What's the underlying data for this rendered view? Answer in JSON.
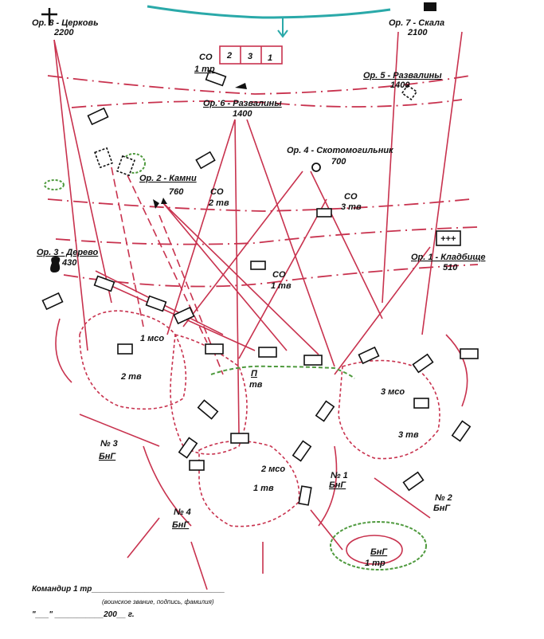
{
  "landmarks": {
    "church": {
      "name": "Ор. 8 - Церковь",
      "dist": "2200"
    },
    "rock": {
      "name": "Ор. 7 - Скала",
      "dist": "2100"
    },
    "ruins5": {
      "name": "Ор. 5 - Развалины",
      "dist": "1400"
    },
    "ruins6": {
      "name": "Ор. 6 - Развалины",
      "dist": "1400"
    },
    "cattle": {
      "name": "Ор. 4 - Скотомогильник",
      "dist": "700"
    },
    "stones": {
      "name": "Ор. 2 - Камни",
      "dist": "760"
    },
    "tree": {
      "name": "Ор. 3 - Дерево",
      "dist": "430"
    },
    "cemetery": {
      "name": "Ор. 1 - Кладбище",
      "dist": "510"
    }
  },
  "units": {
    "so_top": {
      "title": "СО",
      "sub": "1 тр",
      "cells": [
        "2",
        "3",
        "1"
      ]
    },
    "so_2": {
      "title": "СО",
      "sub": "2 тв"
    },
    "so_3": {
      "title": "СО",
      "sub": "3 тв"
    },
    "so_1": {
      "title": "СО",
      "sub": "1 тв"
    },
    "p": {
      "title": "П",
      "sub": "тв"
    },
    "mso1": {
      "title": "1 мсо",
      "sub": "2 тв"
    },
    "mso3": {
      "title": "3 мсо",
      "sub": "3 тв"
    },
    "mso2": {
      "title": "2 мсо",
      "sub": "1 тв"
    },
    "bng1": {
      "title": "№ 1",
      "sub": "БнГ"
    },
    "bng2": {
      "title": "№ 2",
      "sub": "БнГ"
    },
    "bng3": {
      "title": "№ 3",
      "sub": "БнГ"
    },
    "bng4": {
      "title": "№ 4",
      "sub": "БнГ"
    },
    "bng_main": {
      "title": "БнГ",
      "sub": "1 тр"
    },
    "plus_box": "+++"
  },
  "footer": {
    "commander": "Командир 1 тр",
    "caption": "(воинское звание, подпись, фамилия)",
    "date": "\"___\" ___________200__ г."
  },
  "colors": {
    "map_lines": "#c8324e",
    "river": "#2aa9a9",
    "vegetation": "#4f9a3e",
    "symbols": "#111111"
  }
}
